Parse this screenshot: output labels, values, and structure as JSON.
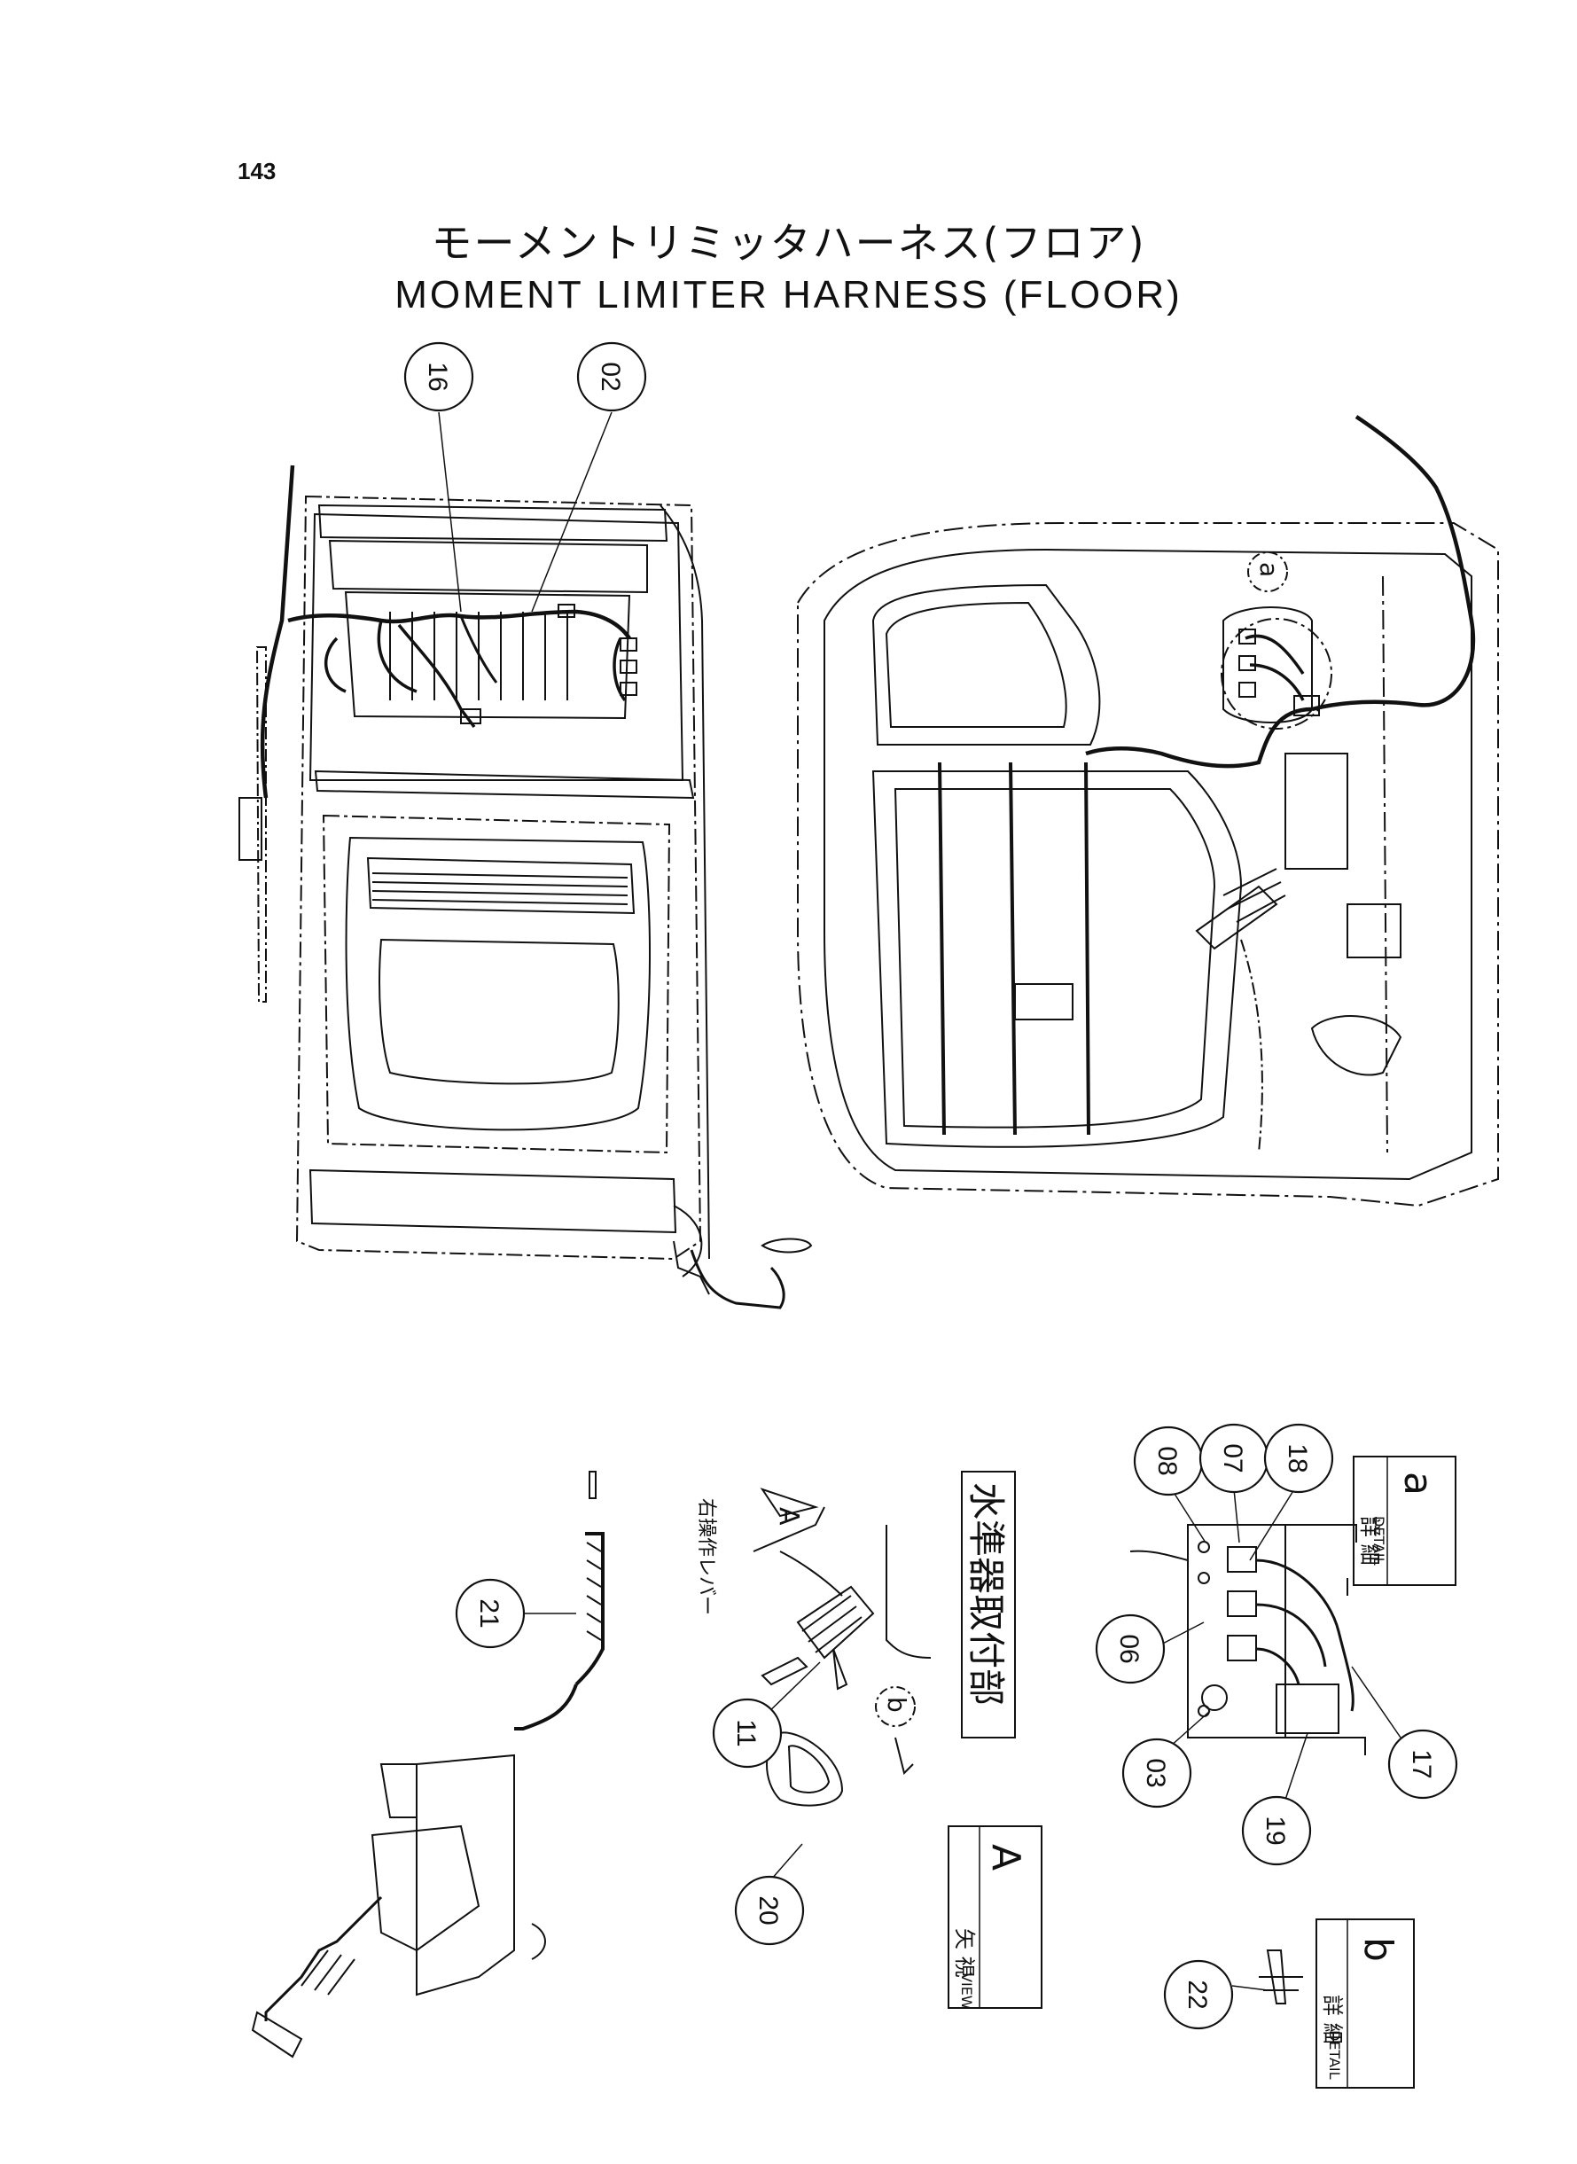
{
  "page_number": "143",
  "title_jp": "モーメントリミッタハーネス(フロア)",
  "title_en": "MOMENT LIMITER HARNESS (FLOOR)",
  "callouts": [
    "16",
    "02",
    "21",
    "11",
    "08",
    "07",
    "18",
    "06",
    "03",
    "19",
    "17",
    "20",
    "22"
  ],
  "labels": {
    "lever_note": "右操作レバー",
    "level_mount": "水準器取付部",
    "view_arrow": "A",
    "detail_b_marker": "b",
    "detail_a_marker": "a",
    "view_a_jp": "矢 視",
    "view_a_en": "VIEW",
    "view_a_letter": "A",
    "detail_a_jp": "詳 細",
    "detail_a_en": "DETAIL",
    "detail_a_letter": "a",
    "detail_b_jp": "詳 細",
    "detail_b_en": "DETAIL",
    "detail_b_letter": "b"
  },
  "colors": {
    "ink": "#111111",
    "paper": "#ffffff"
  }
}
